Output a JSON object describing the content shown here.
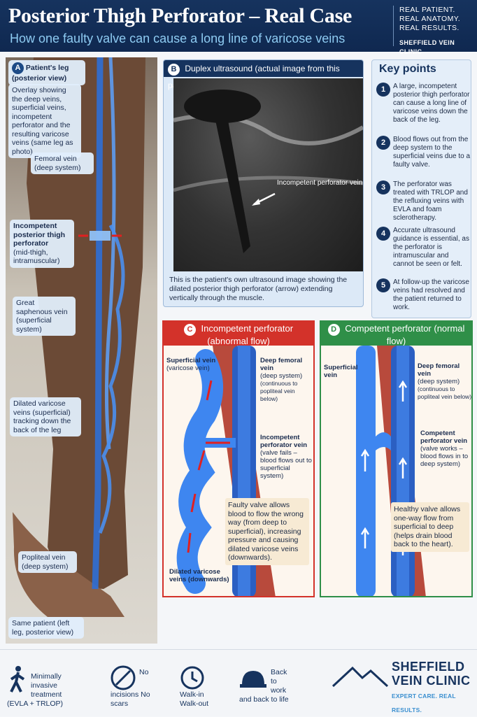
{
  "header": {
    "title": "Posterior Thigh Perforator – Real Case",
    "subtitle": "How one faulty valve can cause a long line of varicose veins",
    "tagline": [
      "REAL PATIENT.",
      "REAL ANATOMY.",
      "REAL RESULTS."
    ],
    "clinic": "SHEFFIELD VEIN CLINIC"
  },
  "panelA": {
    "badge": "A",
    "title": "Patient's leg (posterior view)",
    "intro": "Overlay showing the deep veins, superficial veins, incompetent perforator and the resulting varicose veins (same leg as photo).",
    "labels": {
      "femoral": "Femoral vein (deep system)",
      "perforator": "Incompetent posterior thigh perforator",
      "perforator_sub": "(mid-thigh, intramuscular)",
      "gsv": "Great saphenous vein (superficial system)",
      "varicose": "Dilated varicose veins (superficial) tracking down the back of the leg",
      "popliteal": "Popliteal vein (deep system)",
      "same_patient": "Same patient (left leg, posterior view)"
    }
  },
  "panelB": {
    "badge": "B",
    "title": "Duplex ultrasound (actual image from this patient)",
    "arrow_label": "Incompetent perforator vein (intramuscular)",
    "caption": "This is the patient's own ultrasound image showing the dilated posterior thigh perforator (arrow) extending vertically through the muscle."
  },
  "key_points": {
    "title": "Key points",
    "items": [
      {
        "num": "1",
        "text": "A large, incompetent posterior thigh perforator can cause a long line of varicose veins down the back of the leg."
      },
      {
        "num": "2",
        "text": "Blood flows out from the deep system to the superficial veins due to a faulty valve."
      },
      {
        "num": "3",
        "text": "The perforator was treated with TRLOP and the refluxing veins with EVLA and foam sclerotherapy."
      },
      {
        "num": "4",
        "text": "Accurate ultrasound guidance is essential, as the perforator is intramuscular and cannot be seen or felt."
      },
      {
        "num": "5",
        "text": "At follow-up the varicose veins had resolved and the patient returned to work."
      }
    ]
  },
  "panelC": {
    "badge": "C",
    "title": "Incompetent perforator (abnormal flow)",
    "superficial": "Superficial vein",
    "superficial_sub": "(varicose vein)",
    "deep": "Deep femoral vein",
    "deep_sub": "(deep system)",
    "deep_sub2": "(continuous to popliteal vein below)",
    "perforator": "Incompetent perforator vein",
    "perforator_sub": "(valve fails – blood flows out to superficial system)",
    "note": "Faulty valve allows blood to flow the wrong way (from deep to superficial), increasing pressure and causing dilated varicose veins (downwards).",
    "dilated": "Dilated varicose veins (downwards)"
  },
  "panelD": {
    "badge": "D",
    "title": "Competent perforator (normal flow)",
    "superficial": "Superficial vein",
    "deep": "Deep femoral vein",
    "deep_sub": "(deep system)",
    "deep_sub2": "(continuous to popliteal vein below)",
    "perforator": "Competent perforator vein",
    "perforator_sub": "(valve works – blood flows in to deep system)",
    "note": "Healthy valve allows one-way flow from superficial to deep (helps drain blood back to the heart)."
  },
  "footer": {
    "items": [
      {
        "icon": "walking-person-icon",
        "text": "Minimally invasive treatment (EVLA + TRLOP)"
      },
      {
        "icon": "no-scalpel-icon",
        "text": "No incisions No scars"
      },
      {
        "icon": "clock-icon",
        "text": "Walk-in Walk-out"
      },
      {
        "icon": "hard-hat-icon",
        "text": "Back to work and back to life"
      }
    ],
    "brand_line1": "SHEFFIELD",
    "brand_line2": "VEIN CLINIC",
    "brand_tagline": "EXPERT CARE. REAL RESULTS."
  },
  "colors": {
    "navy": "#16335e",
    "red": "#d3322a",
    "green": "#2f8f48",
    "vein_blue": "#2f6fd6"
  }
}
